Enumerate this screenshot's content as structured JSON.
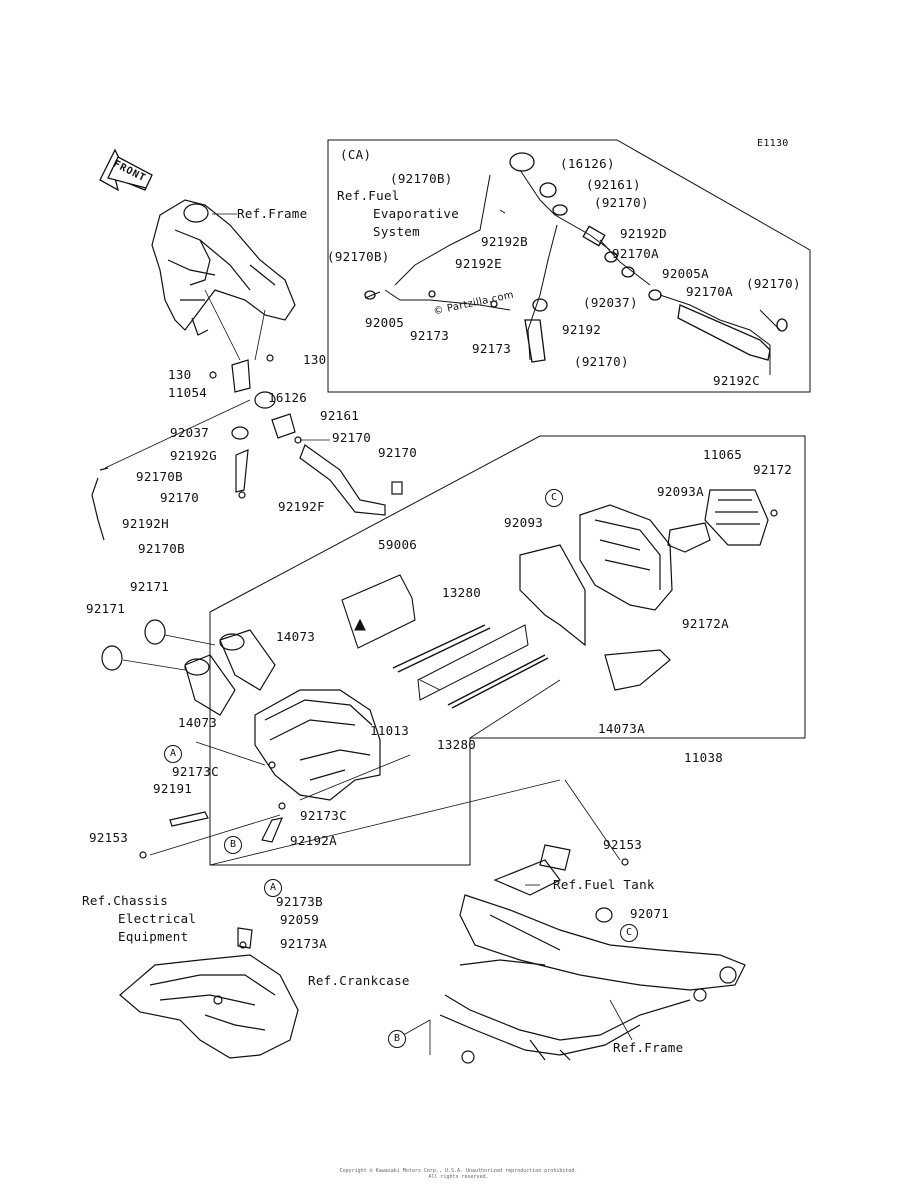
{
  "diagram_code": "E1130",
  "front_arrow": "FRONT",
  "inset": {
    "tag": "(CA)",
    "ref_fuel_evap": [
      "Ref.Fuel",
      "Evaporative",
      "System"
    ],
    "watermark": "© Partzilla.com",
    "labels": [
      "(16126)",
      "(92161)",
      "(92170)",
      "(92170B)",
      "92192D",
      "92170A",
      "92005A",
      "92170A",
      "(92170)",
      "(92037)",
      "(92170B)",
      "92192B",
      "92192E",
      "92005",
      "92173",
      "92173",
      "92192",
      "(92170)",
      "92192C"
    ]
  },
  "callouts": [
    "A",
    "B",
    "C"
  ],
  "labels": {
    "ref_frame_top": "Ref.Frame",
    "p130a": "130",
    "p130b": "130",
    "p11054": "11054",
    "p16126": "16126",
    "p92161": "92161",
    "p92037": "92037",
    "p92170": "92170",
    "p92192G": "92192G",
    "p92170B": "92170B",
    "p92170_2": "92170",
    "p92192H": "92192H",
    "p92170B_2": "92170B",
    "p92170_3": "92170",
    "p92192F": "92192F",
    "p11065": "11065",
    "p92172": "92172",
    "p92093A": "92093A",
    "p92093": "92093",
    "p59006": "59006",
    "p13280": "13280",
    "p92171a": "92171",
    "p92171b": "92171",
    "p14073a": "14073",
    "p14073b": "14073",
    "p92172A": "92172A",
    "p11013": "11013",
    "p13280b": "13280",
    "p14073A": "14073A",
    "p11038": "11038",
    "p92173C": "92173C",
    "p92191": "92191",
    "p92173C_2": "92173C",
    "p92192A": "92192A",
    "p92153a": "92153",
    "p92153b": "92153",
    "ref_fuel_tank": "Ref.Fuel Tank",
    "p92071": "92071",
    "ref_chassis": [
      "Ref.Chassis",
      "Electrical",
      "Equipment"
    ],
    "p92173B": "92173B",
    "p92059": "92059",
    "p92173A": "92173A",
    "ref_crankcase": "Ref.Crankcase",
    "ref_frame_bottom": "Ref.Frame"
  },
  "footer": [
    "Copyright © Kawasaki Motors Corp., U.S.A. Unauthorized reproduction prohibited.",
    "All rights reserved."
  ]
}
